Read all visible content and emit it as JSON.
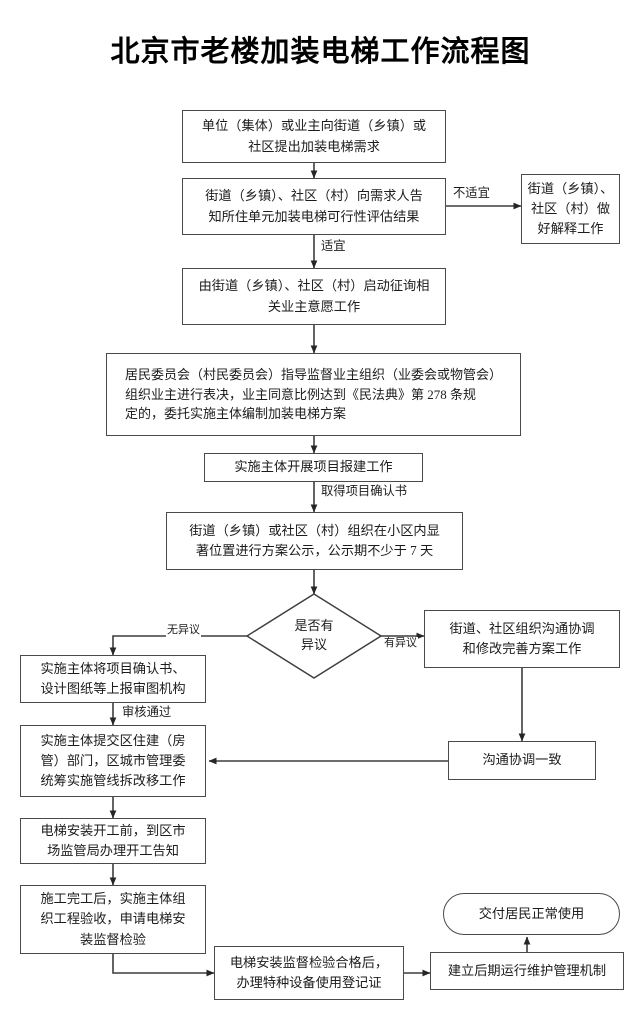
{
  "page": {
    "title": "北京市老楼加装电梯工作流程图",
    "background_color": "#ffffff",
    "stroke_color": "#4a4a4a",
    "text_color": "#1c1c1c"
  },
  "nodes": {
    "n1": "单位（集体）或业主向街道（乡镇）或\n社区提出加装电梯需求",
    "n2": "街道（乡镇）、社区（村）向需求人告\n知所住单元加装电梯可行性评估结果",
    "n3": "街道（乡镇）、\n社区（村）做\n好解释工作",
    "n4": "由街道（乡镇）、社区（村）启动征询相\n关业主意愿工作",
    "n5": "居民委员会（村民委员会）指导监督业主组织（业委会或物管会）\n组织业主进行表决，业主同意比例达到《民法典》第 278 条规\n定的，委托实施主体编制加装电梯方案",
    "n6": "实施主体开展项目报建工作",
    "n7": "街道（乡镇）或社区（村）组织在小区内显\n著位置进行方案公示，公示期不少于 7 天",
    "n8": "是否有\n异议",
    "n9": "街道、社区组织沟通协调\n和修改完善方案工作",
    "n10": "实施主体将项目确认书、\n设计图纸等上报审图机构",
    "n11": "沟通协调一致",
    "n12": "实施主体提交区住建（房\n管）部门，区城市管理委\n统筹实施管线拆改移工作",
    "n13": "电梯安装开工前，到区市\n场监管局办理开工告知",
    "n14": "施工完工后，实施主体组\n织工程验收，申请电梯安\n装监督检验",
    "n15": "电梯安装监督检验合格后，\n办理特种设备使用登记证",
    "n16": "建立后期运行维护管理机制",
    "n17": "交付居民正常使用"
  },
  "edge_labels": {
    "e_unsuitable": "不适宜",
    "e_suitable": "适宜",
    "e_project_confirm": "取得项目确认书",
    "e_no_objection": "无异议",
    "e_has_objection": "有异议",
    "e_review_passed": "审核通过"
  }
}
